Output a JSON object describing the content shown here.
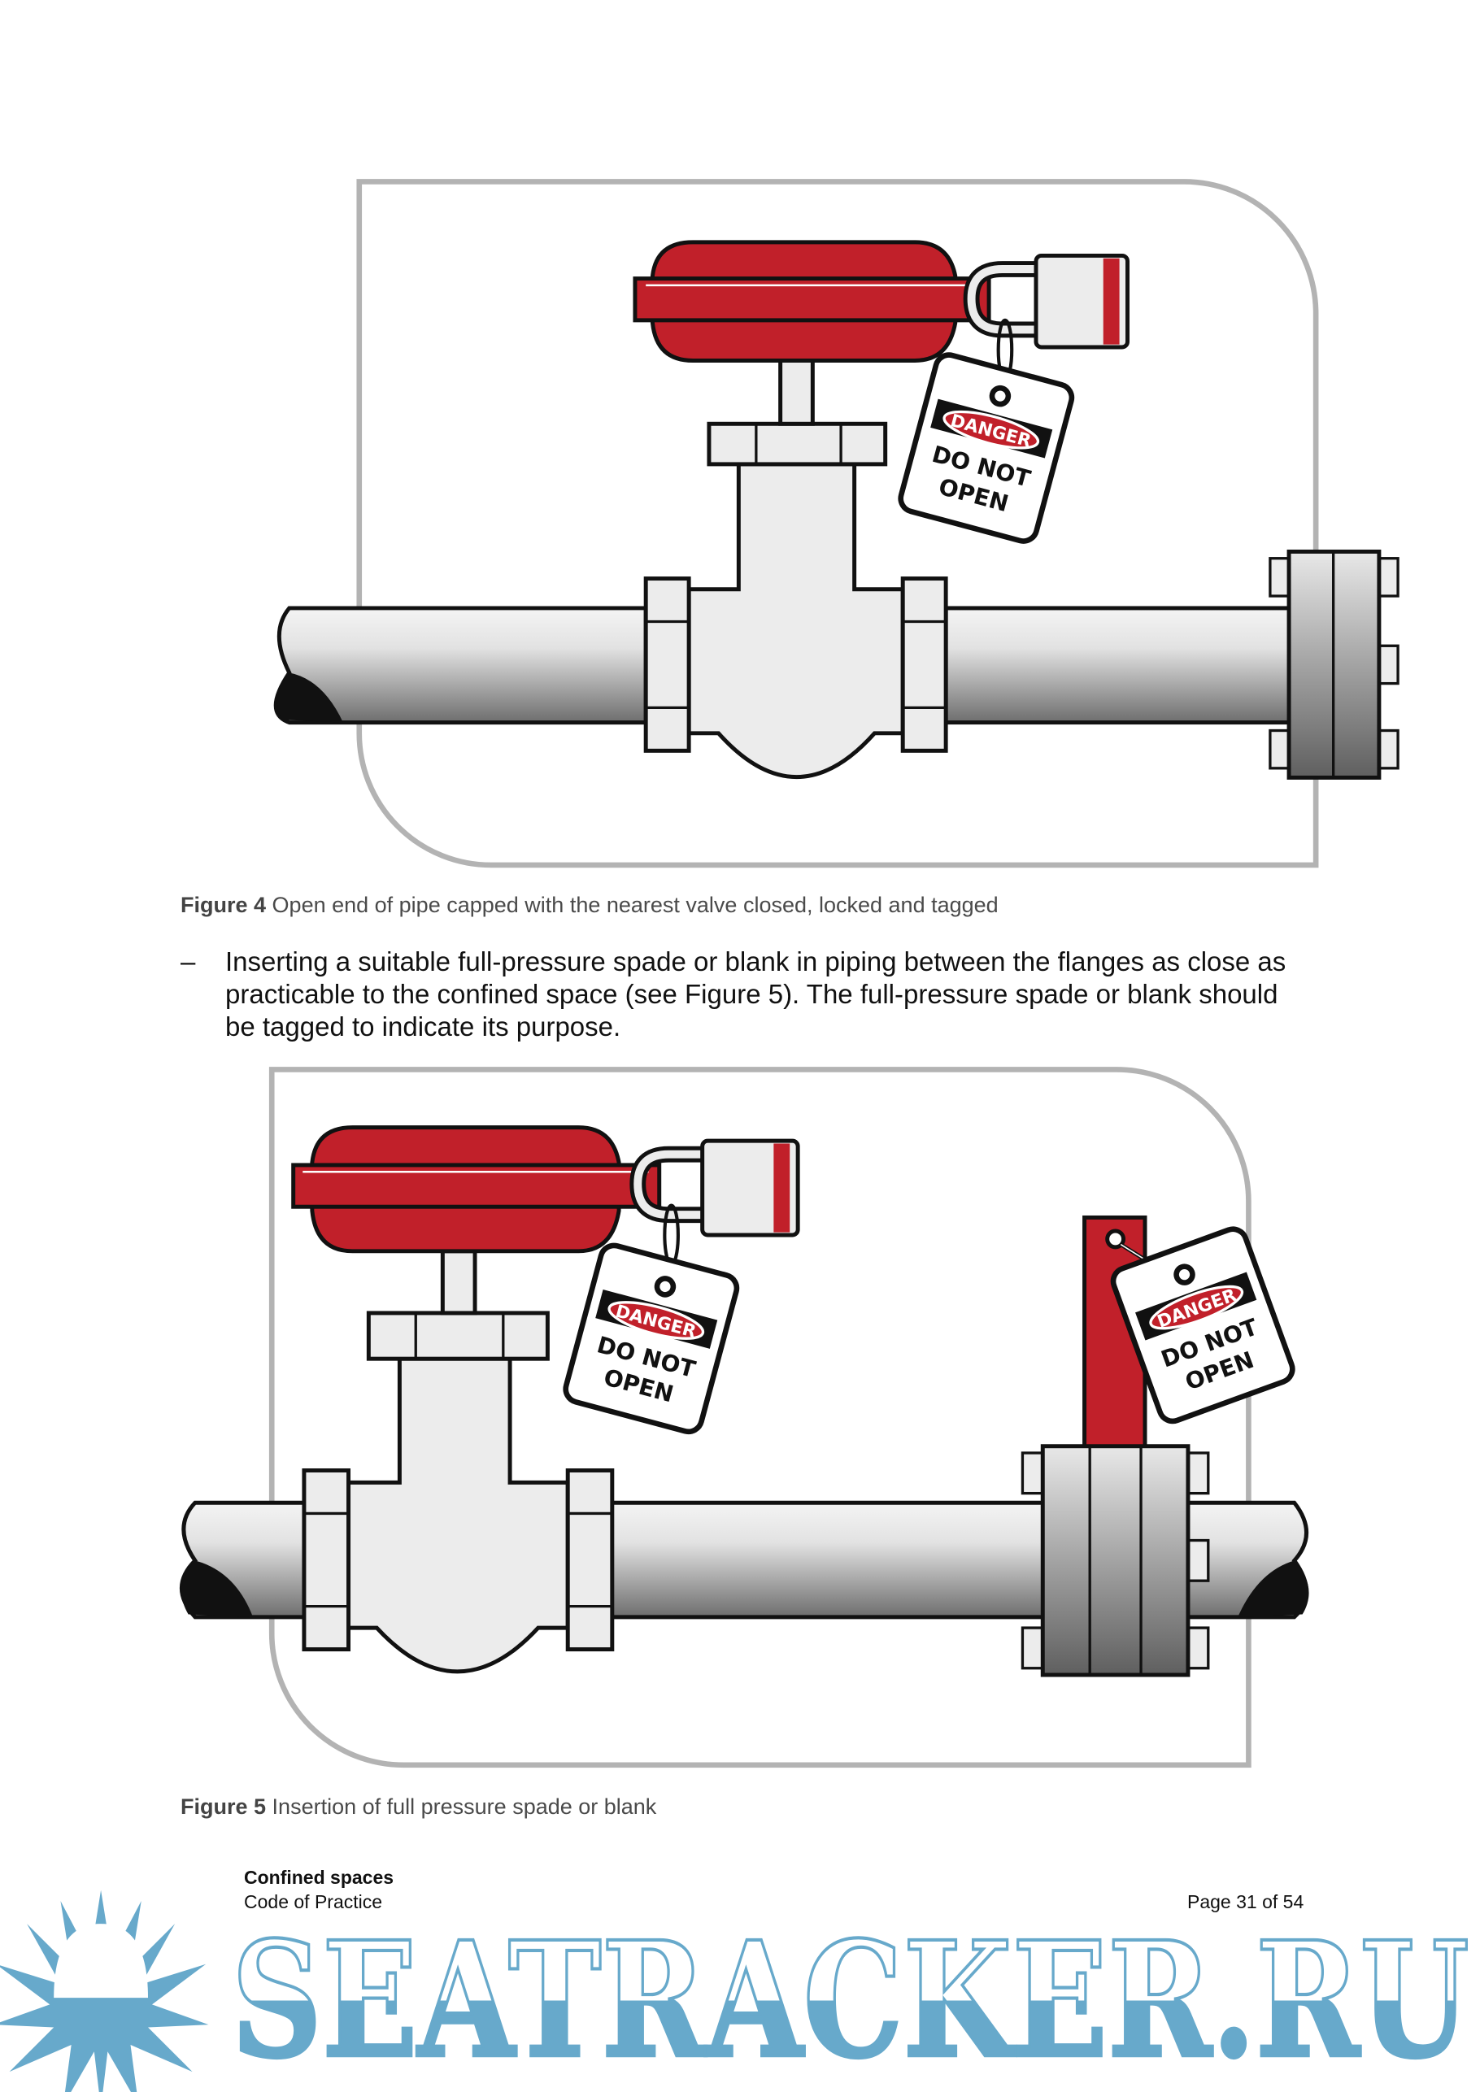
{
  "figure4": {
    "label": "Figure 4",
    "caption": "Open end of pipe capped with the nearest valve closed, locked and tagged",
    "tag": {
      "danger": "DANGER",
      "line1": "DO NOT",
      "line2": "OPEN"
    }
  },
  "bullet": {
    "dash": "–",
    "text": "Inserting a suitable full-pressure spade or blank in piping between the flanges as close as practicable to the confined space (see Figure 5). The full-pressure spade or blank should be tagged to indicate its purpose."
  },
  "figure5": {
    "label": "Figure 5",
    "caption": "Insertion of full pressure spade or blank",
    "tag": {
      "danger": "DANGER",
      "line1": "DO NOT",
      "line2": "OPEN"
    }
  },
  "footer": {
    "title": "Confined spaces",
    "subtitle": "Code of Practice",
    "page": "Page 31 of 54"
  },
  "watermark": {
    "text": "SEATRACKER.RU",
    "color": "#67a9cb"
  },
  "colors": {
    "red": "#c1202a",
    "frame": "#b3b3b3",
    "valve": "#ececec"
  }
}
